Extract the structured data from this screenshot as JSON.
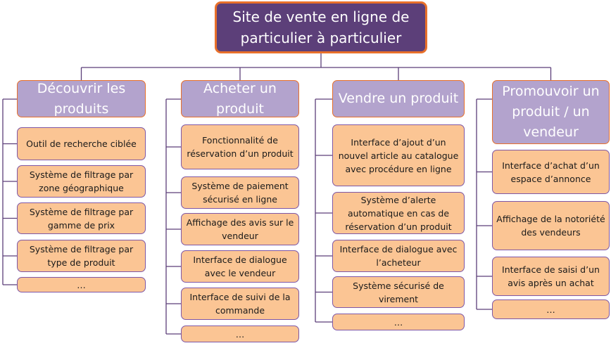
{
  "root": {
    "label": "Site de vente en ligne de particulier à particulier"
  },
  "colors": {
    "root_fill": "#5c3f79",
    "root_border": "#e8702a",
    "category_fill": "#b3a3cd",
    "category_border": "#e8702a",
    "item_fill": "#fbc594",
    "item_border": "#7e57a6",
    "connector": "#5c3f79"
  },
  "columns": [
    {
      "title": "Découvrir les produits",
      "items": [
        "Outil de recherche ciblée",
        "Système de filtrage par zone géographique",
        "Système de filtrage par gamme de prix",
        "Système de filtrage par type de produit",
        "…"
      ]
    },
    {
      "title": "Acheter un produit",
      "items": [
        "Fonctionnalité de réservation d’un produit",
        "Système de paiement sécurisé en ligne",
        "Affichage des avis sur le vendeur",
        "Interface de dialogue avec le vendeur",
        "Interface de suivi de la commande",
        "…"
      ]
    },
    {
      "title": "Vendre un produit",
      "items": [
        "Interface d’ajout d’un nouvel article au catalogue avec procédure en ligne",
        "Système d’alerte automatique en cas de réservation d’un produit",
        "Interface de dialogue avec l’acheteur",
        "Système sécurisé de virement",
        "…"
      ]
    },
    {
      "title": "Promouvoir un produit / un vendeur",
      "items": [
        "Interface d’achat d’un espace d’annonce",
        "Affichage de la notoriété des vendeurs",
        "Interface de saisi d’un avis après un achat",
        "…"
      ]
    }
  ]
}
